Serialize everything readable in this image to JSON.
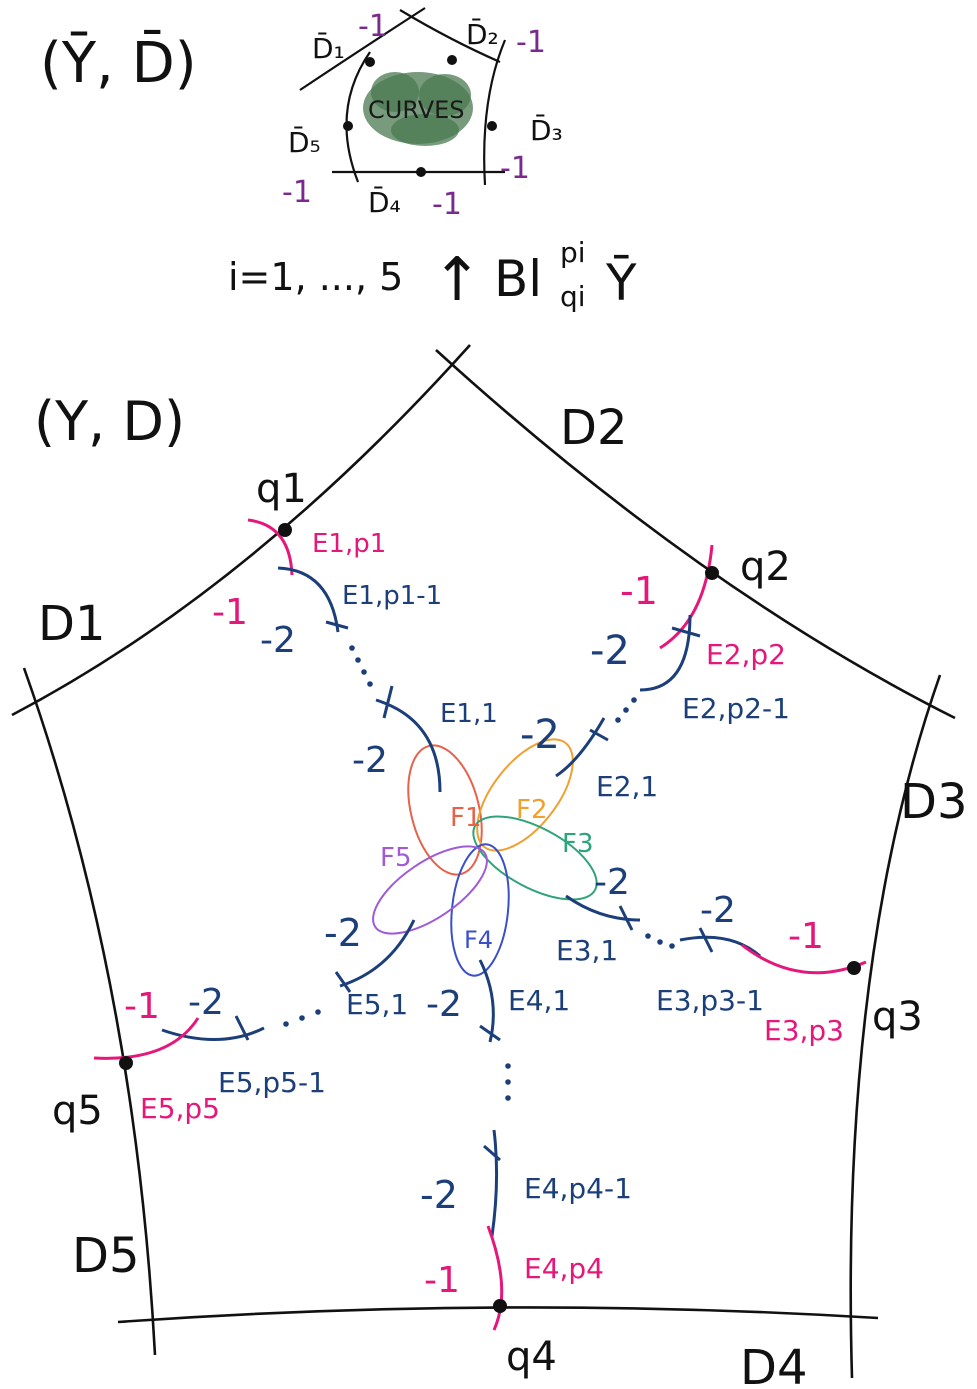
{
  "top": {
    "pair": "(Ȳ, D̄)",
    "blob": "CURVES",
    "labels": {
      "d1": "D̄₁",
      "d2": "D̄₂",
      "d3": "D̄₃",
      "d4": "D̄₄",
      "d5": "D̄₅"
    },
    "self_int": "-1",
    "map_index": "i=1, ..., 5",
    "map_arrow": "↑",
    "map_bl": "Bl",
    "map_sup": "pi",
    "map_sub": "qi",
    "map_y": "Ȳ"
  },
  "bottom": {
    "pair": "(Y, D)",
    "sides": {
      "d1": "D1",
      "d2": "D2",
      "d3": "D3",
      "d4": "D4",
      "d5": "D5"
    },
    "points": {
      "q1": "q1",
      "q2": "q2",
      "q3": "q3",
      "q4": "q4",
      "q5": "q5"
    },
    "minus_one": "-1",
    "minus_two": "-2",
    "ends": {
      "e1": "E1,p1",
      "e2": "E2,p2",
      "e3": "E3,p3",
      "e4": "E4,p4",
      "e5": "E5,p5"
    },
    "mids": {
      "e1": "E1,p1-1",
      "e2": "E2,p2-1",
      "e3": "E3,p3-1",
      "e4": "E4,p4-1",
      "e5": "E5,p5-1"
    },
    "firsts": {
      "e1": "E1,1",
      "e2": "E2,1",
      "e3": "E3,1",
      "e4": "E4,1",
      "e5": "E5,1"
    },
    "fibers": {
      "f1": "F1",
      "f2": "F2",
      "f3": "F3",
      "f4": "F4",
      "f5": "F5"
    }
  },
  "colors": {
    "black": "#111111",
    "purple": "#7a2a8c",
    "magenta": "#e6177a",
    "navy": "#1c3f7a",
    "f1": "#e8614a",
    "f2": "#f0a030",
    "f3": "#2fa37a",
    "f4": "#3a4fc8",
    "f5": "#a05ad8",
    "blob": "#4a7a50"
  }
}
